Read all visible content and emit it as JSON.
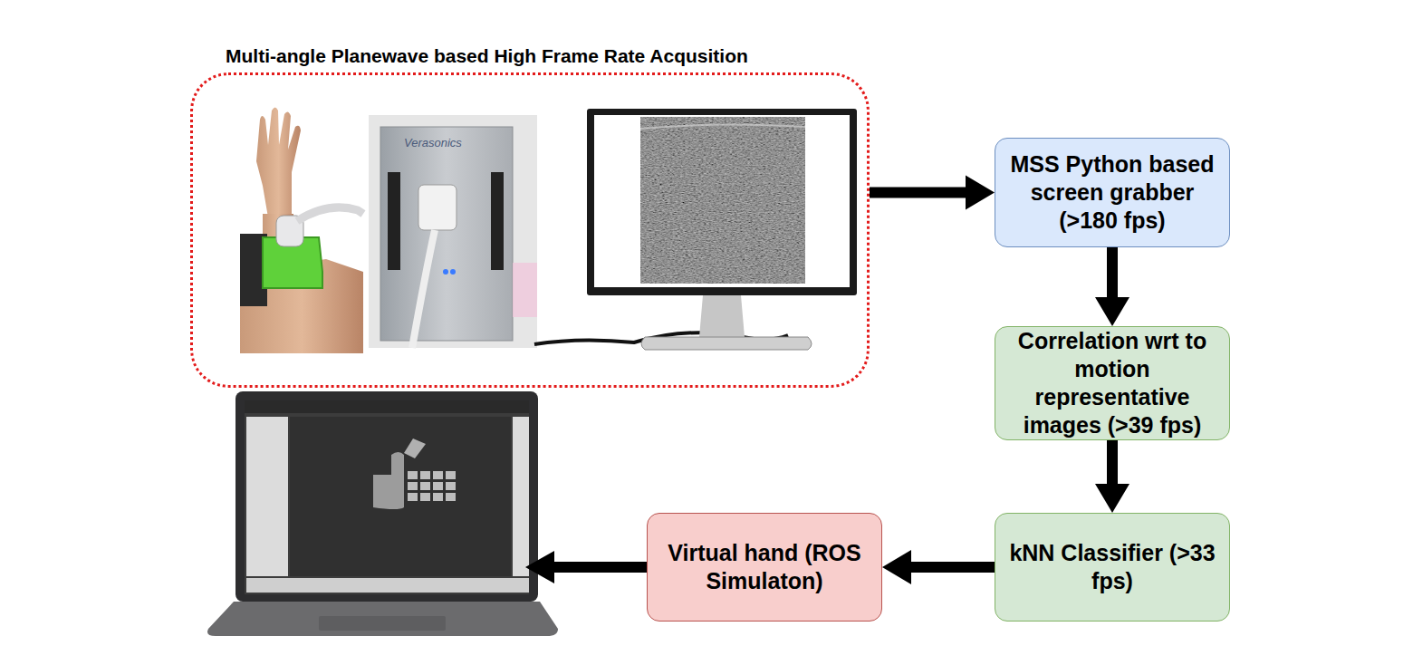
{
  "diagram": {
    "nodes": [
      {
        "text": [
          "Multi-angle Planewave based High Frame Rate Acqusition"
        ]
      },
      {
        "text": [
          "MSS Python based screen grabber (>180 fps)"
        ]
      },
      {
        "text": [
          "Correlation wrt to motion representative images (>39 fps)"
        ]
      },
      {
        "text": [
          "kNN Classifier (>33 fps)"
        ]
      },
      {
        "text": [
          "Virtual hand (ROS Simulaton)"
        ]
      }
    ],
    "edges": [
      {
        "from": 0,
        "to": 1,
        "arrow": "to"
      },
      {
        "from": 1,
        "to": 2,
        "arrow": "to"
      },
      {
        "from": 2,
        "to": 3,
        "arrow": "to"
      },
      {
        "from": 3,
        "to": 4,
        "arrow": "to"
      }
    ],
    "labels": [
      "Verasonics"
    ]
  }
}
